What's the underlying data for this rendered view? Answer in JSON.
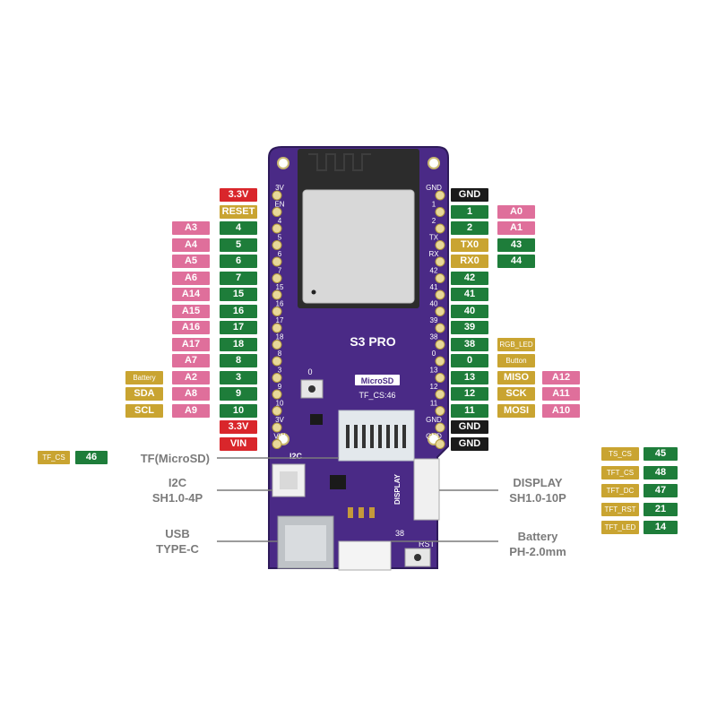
{
  "board": {
    "name": "S3 PRO",
    "microsd_label": "MicroSD",
    "tf_cs_label": "TF_CS:46",
    "i2c_label": "I2C",
    "display_label": "DISPLAY",
    "rst_label": "RST",
    "pin38_label": "38",
    "pin0_label": "0",
    "left_silk": [
      "3V",
      "EN",
      "4",
      "5",
      "6",
      "7",
      "15",
      "16",
      "17",
      "18",
      "8",
      "3",
      "9",
      "10",
      "3V",
      "VIN"
    ],
    "right_silk": [
      "GND",
      "1",
      "2",
      "TX",
      "RX",
      "42",
      "41",
      "40",
      "39",
      "38",
      "0",
      "13",
      "12",
      "11",
      "GND",
      "GND"
    ]
  },
  "left_pins": [
    {
      "num": "3.3V",
      "num_color": "red"
    },
    {
      "num": "RESET",
      "num_color": "gold"
    },
    {
      "num": "4",
      "analog": "A3"
    },
    {
      "num": "5",
      "analog": "A4"
    },
    {
      "num": "6",
      "analog": "A5"
    },
    {
      "num": "7",
      "analog": "A6"
    },
    {
      "num": "15",
      "analog": "A14"
    },
    {
      "num": "16",
      "analog": "A15"
    },
    {
      "num": "17",
      "analog": "A16"
    },
    {
      "num": "18",
      "analog": "A17"
    },
    {
      "num": "8",
      "analog": "A7"
    },
    {
      "num": "3",
      "analog": "A2",
      "func": "Battery",
      "func_small": true
    },
    {
      "num": "9",
      "analog": "A8",
      "func": "SDA"
    },
    {
      "num": "10",
      "analog": "A9",
      "func": "SCL"
    },
    {
      "num": "3.3V",
      "num_color": "red"
    },
    {
      "num": "VIN",
      "num_color": "red"
    }
  ],
  "right_pins": [
    {
      "num": "GND",
      "num_color": "black"
    },
    {
      "num": "1",
      "analog": "A0"
    },
    {
      "num": "2",
      "analog": "A1"
    },
    {
      "num": "TX0",
      "num_color": "gold",
      "extra": "43"
    },
    {
      "num": "RX0",
      "num_color": "gold",
      "extra": "44"
    },
    {
      "num": "42"
    },
    {
      "num": "41"
    },
    {
      "num": "40"
    },
    {
      "num": "39"
    },
    {
      "num": "38",
      "func": "RGB_LED",
      "func_small": true
    },
    {
      "num": "0",
      "func": "Button",
      "func_small": true
    },
    {
      "num": "13",
      "func": "MISO",
      "analog": "A12"
    },
    {
      "num": "12",
      "func": "SCK",
      "analog": "A11"
    },
    {
      "num": "11",
      "func": "MOSI",
      "analog": "A10"
    },
    {
      "num": "GND",
      "num_color": "black"
    },
    {
      "num": "GND",
      "num_color": "black"
    }
  ],
  "tf_pin": {
    "label": "TF_CS",
    "num": "46"
  },
  "display_pins": [
    {
      "label": "TS_CS",
      "num": "45"
    },
    {
      "label": "TFT_CS",
      "num": "48"
    },
    {
      "label": "TFT_DC",
      "num": "47"
    },
    {
      "label": "TFT_RST",
      "num": "21"
    },
    {
      "label": "TFT_LED",
      "num": "14"
    }
  ],
  "callouts": {
    "tf": "TF(MicroSD)",
    "i2c_1": "I2C",
    "i2c_2": "SH1.0-4P",
    "usb_1": "USB",
    "usb_2": "TYPE-C",
    "display_1": "DISPLAY",
    "display_2": "SH1.0-10P",
    "battery_1": "Battery",
    "battery_2": "PH-2.0mm"
  },
  "colors": {
    "pcb": "#4a2a86",
    "pink": "#df6f9b",
    "green": "#1e7d3a",
    "black": "#1a1a1a",
    "gold": "#c9a431",
    "red": "#d9262b",
    "callout_text": "#7b7b7b"
  }
}
